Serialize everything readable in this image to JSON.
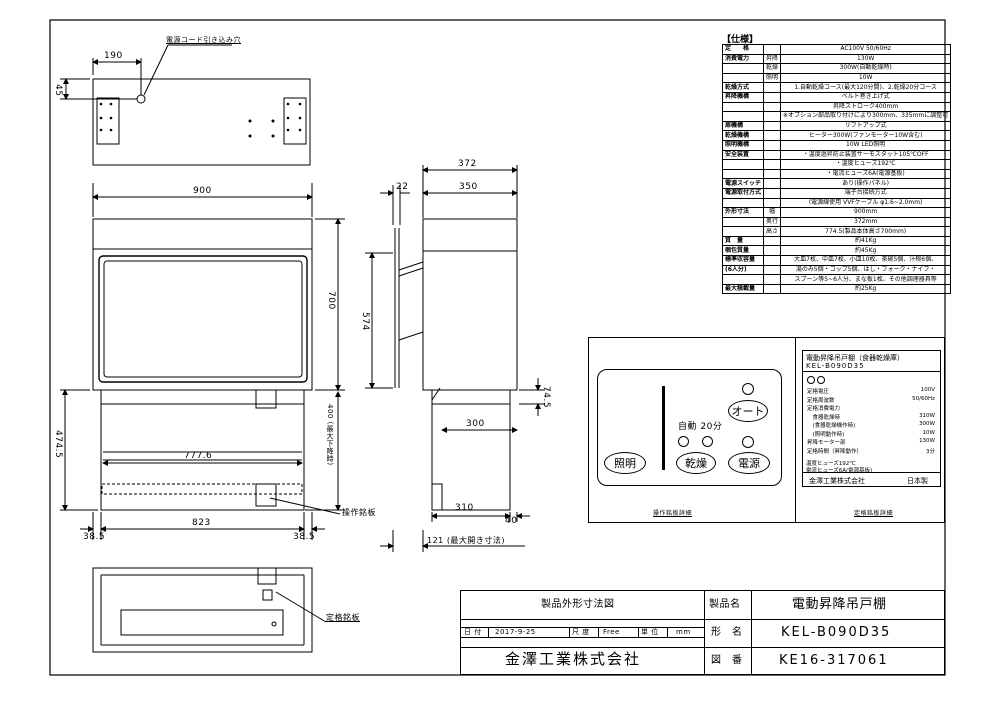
{
  "views": {
    "top": {
      "dim_190": "190",
      "dim_45": "45",
      "cord_label": "電源コード引き込み穴"
    },
    "front": {
      "dim_900": "900",
      "dim_700": "700",
      "dim_474_5": "474.5",
      "dim_400": "400 (最大下降時)",
      "dim_777_6": "777.6",
      "dim_823": "823",
      "dim_38_5_l": "38.5",
      "dim_38_5_r": "38.5",
      "op_plate_label": "操作銘板"
    },
    "side": {
      "dim_372": "372",
      "dim_22": "22",
      "dim_350": "350",
      "dim_574": "574",
      "dim_74_5": "74.5",
      "dim_300": "300",
      "dim_310": "310",
      "dim_40": "40",
      "dim_121": "121 (最大開き寸法)"
    },
    "bottom": {
      "rating_plate_label": "定格銘板"
    }
  },
  "spec": {
    "title": "【仕様】",
    "rows": [
      {
        "label": "定　　格",
        "sub": "",
        "value": "AC100V 50/60Hz"
      },
      {
        "label": "消費電力",
        "sub": "昇降",
        "value": "130W"
      },
      {
        "label": "",
        "sub": "乾燥",
        "value": "300W(自動乾燥時)"
      },
      {
        "label": "",
        "sub": "照明",
        "value": "10W"
      },
      {
        "label": "乾燥方式",
        "sub": "",
        "value": "1.自動乾燥コース(最大120分間)、2.乾燥20分コース"
      },
      {
        "label": "昇降機構",
        "sub": "",
        "value": "ベルト巻き上げ式"
      },
      {
        "label": "",
        "sub": "",
        "value": "昇降ストローク400mm"
      },
      {
        "label": "",
        "sub": "",
        "value": "※オプション部品取り付けにより300mm、335mmに調整可"
      },
      {
        "label": "扉機構",
        "sub": "",
        "value": "リフトアップ式"
      },
      {
        "label": "乾燥機構",
        "sub": "",
        "value": "ヒーター300W(ファンモーター10W含む)"
      },
      {
        "label": "照明機構",
        "sub": "",
        "value": "10W LED照明"
      },
      {
        "label": "安全装置",
        "sub": "",
        "value": "・温度過昇防止装置サーモスタット105℃OFF"
      },
      {
        "label": "",
        "sub": "",
        "value": "・温度ヒューズ192℃"
      },
      {
        "label": "",
        "sub": "",
        "value": "・電流ヒューズ6A(電源基板)"
      },
      {
        "label": "電源スイッチ",
        "sub": "",
        "value": "あり(操作パネル)"
      },
      {
        "label": "電源取付方式",
        "sub": "",
        "value": "端子台接続方式"
      },
      {
        "label": "",
        "sub": "",
        "value": "(電源線使用 VVFケーブル φ1.6~2.0mm)"
      },
      {
        "label": "外形寸法",
        "sub": "幅",
        "value": "900mm"
      },
      {
        "label": "",
        "sub": "奥行",
        "value": "372mm"
      },
      {
        "label": "",
        "sub": "高さ",
        "value": "774.5(製品本体高さ700mm)"
      },
      {
        "label": "質　量",
        "sub": "",
        "value": "約41Kg"
      },
      {
        "label": "梱包質量",
        "sub": "",
        "value": "約45Kg"
      },
      {
        "label": "標準収容量",
        "sub": "",
        "value": "大皿7枚、中皿7枚、小皿10枚、茶碗5個、汁椀6個、"
      },
      {
        "label": "(6人分)",
        "sub": "",
        "value": "湯のみ5個・コップ5個、はし・フォーク・ナイフ・"
      },
      {
        "label": "",
        "sub": "",
        "value": "スプーン等5~6人分、まな板1枚、その他調理器具等"
      },
      {
        "label": "最大積載量",
        "sub": "",
        "value": "約25Kg"
      }
    ]
  },
  "op_panel": {
    "timer_label": "自動 20分",
    "btn_auto": "オート",
    "btn_light": "照明",
    "btn_dry": "乾燥",
    "btn_power": "電源",
    "caption": "操作銘板詳細"
  },
  "rating_plate": {
    "title": "電動昇降吊戸棚（食器乾燥庫）",
    "model": "KEL-B090D35",
    "rows": [
      {
        "k": "定格電圧",
        "v": "100V"
      },
      {
        "k": "定格周波数",
        "v": "50/60Hz"
      },
      {
        "k": "定格消費電力",
        "v": ""
      },
      {
        "k": "　食器乾燥時",
        "v": "310W"
      },
      {
        "k": "　(食器乾燥機作時)",
        "v": "300W"
      },
      {
        "k": "　(照明動作時)",
        "v": "10W"
      },
      {
        "k": "昇降モーター部",
        "v": "130W"
      },
      {
        "k": "定格時間（昇降動作）",
        "v": "3分"
      }
    ],
    "fuse1": "温度ヒューズ192℃",
    "fuse2": "電流ヒューズ6A(電源基板)",
    "maker": "金澤工業株式会社",
    "origin": "日本製",
    "caption": "定格銘板詳細"
  },
  "title_block": {
    "drawing_title": "製品外形寸法図",
    "date_label": "日 付",
    "date": "2017-9-25",
    "scale_label": "尺 度",
    "scale": "Free",
    "unit_label": "単 位",
    "unit": "mm",
    "company": "金澤工業株式会社",
    "name_label": "製品名",
    "name": "電動昇降吊戸棚",
    "model_label": "形　名",
    "model": "KEL-B090D35",
    "dwg_label": "図　番",
    "dwg_no": "KE16-317061"
  }
}
